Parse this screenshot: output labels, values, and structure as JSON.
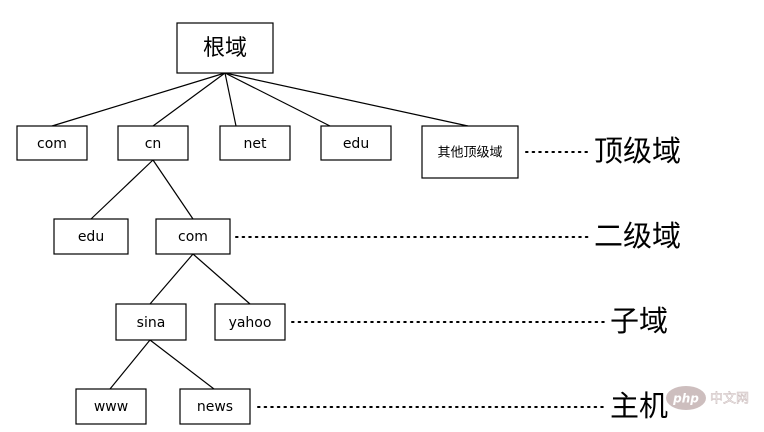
{
  "tree": {
    "root": "根域",
    "top_level": [
      "com",
      "cn",
      "net",
      "edu",
      "其他顶级域"
    ],
    "cn_children": [
      "edu",
      "com"
    ],
    "com_children": [
      "sina",
      "yahoo"
    ],
    "sina_children": [
      "www",
      "news"
    ]
  },
  "levels": {
    "top": "顶级域",
    "second": "二级域",
    "sub": "子域",
    "host": "主机"
  },
  "watermark": {
    "logo": "php",
    "text": "中文网"
  },
  "colors": {
    "line": "#000000",
    "box_fill": "#ffffff",
    "watermark_bg": "#c8b8b8"
  }
}
